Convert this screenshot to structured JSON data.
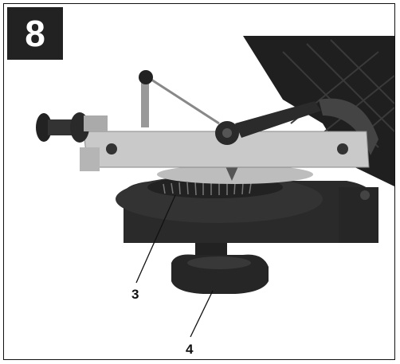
{
  "figure": {
    "number": "8",
    "callouts": [
      {
        "label": "3",
        "refers_to": "angle-scale"
      },
      {
        "label": "4",
        "refers_to": "locking-knob"
      }
    ]
  },
  "colors": {
    "badge_bg": "#222222",
    "housing": "#2a2a2a",
    "metal": "#c9c9c9",
    "scale_disc": "#bdbdbd"
  }
}
